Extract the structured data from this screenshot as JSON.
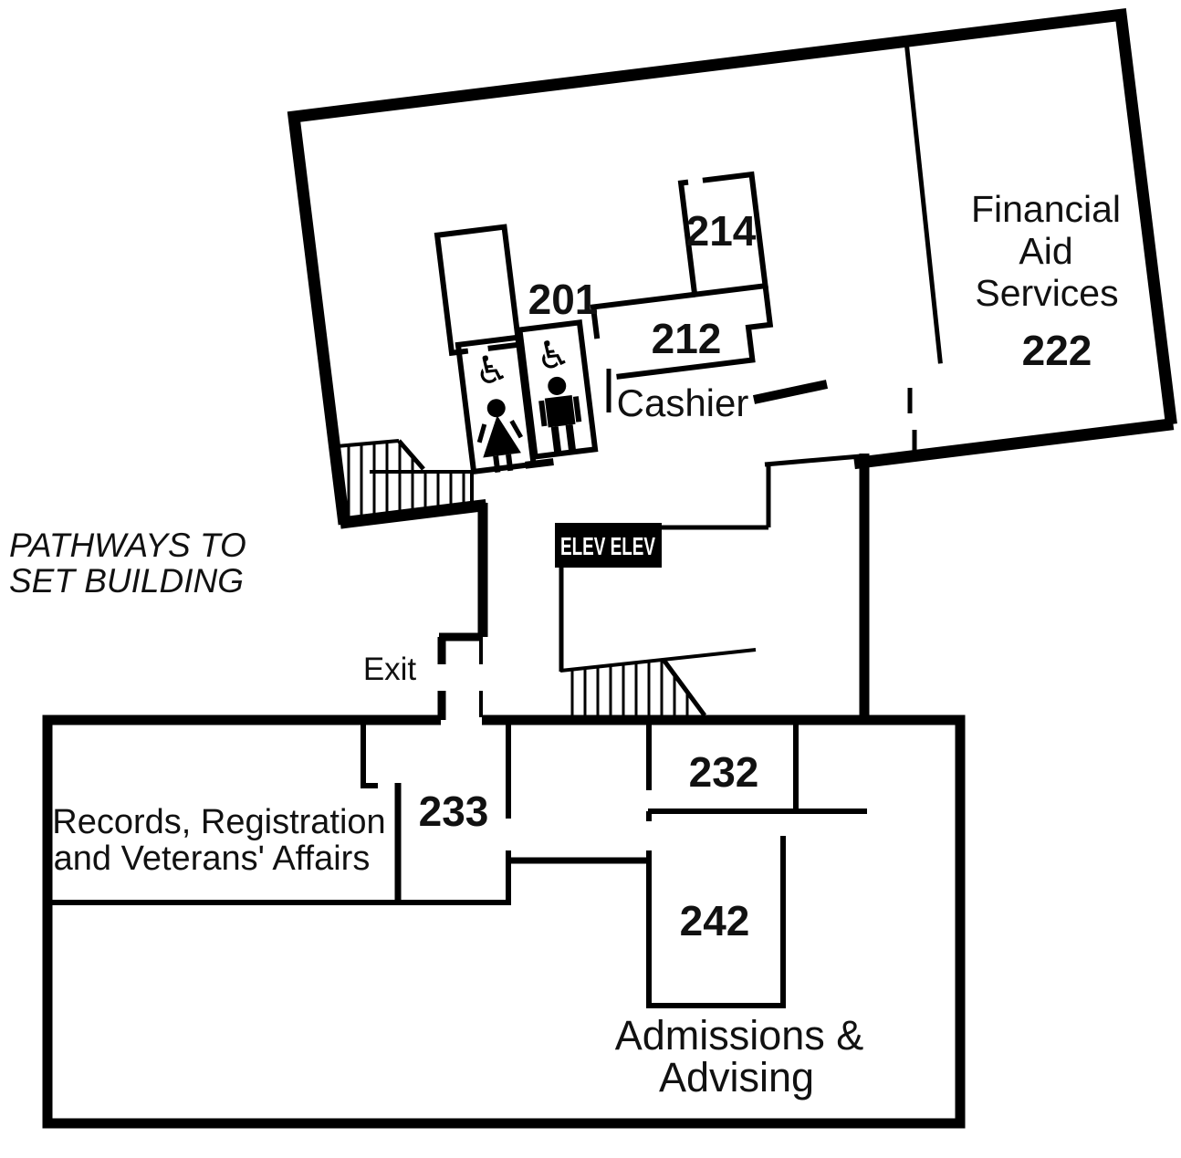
{
  "colors": {
    "wall": "#000000",
    "background": "#ffffff",
    "elev_bg": "#000000",
    "elev_text": "#ffffff",
    "text": "#111111"
  },
  "annotations": {
    "pathways_line1": "PATHWAYS TO",
    "pathways_line2": "SET BUILDING",
    "exit_label": "Exit",
    "elevator_label": "ELEV ELEV"
  },
  "upper_building": {
    "room_201": "201",
    "room_214": "214",
    "room_212": "212",
    "cashier_label": "Cashier",
    "financial_aid": {
      "line1": "Financial",
      "line2": "Aid",
      "line3": "Services",
      "number": "222"
    },
    "restrooms": {
      "wheelchair_glyph": "♿",
      "womens_icon": "woman-icon",
      "mens_icon": "man-icon"
    }
  },
  "lower_building": {
    "records": {
      "line1": "Records, Registration",
      "line2": "and Veterans' Affairs",
      "number": "233"
    },
    "room_232": "232",
    "room_242": "242",
    "admissions": {
      "line1": "Admissions &",
      "line2": "Advising"
    }
  }
}
